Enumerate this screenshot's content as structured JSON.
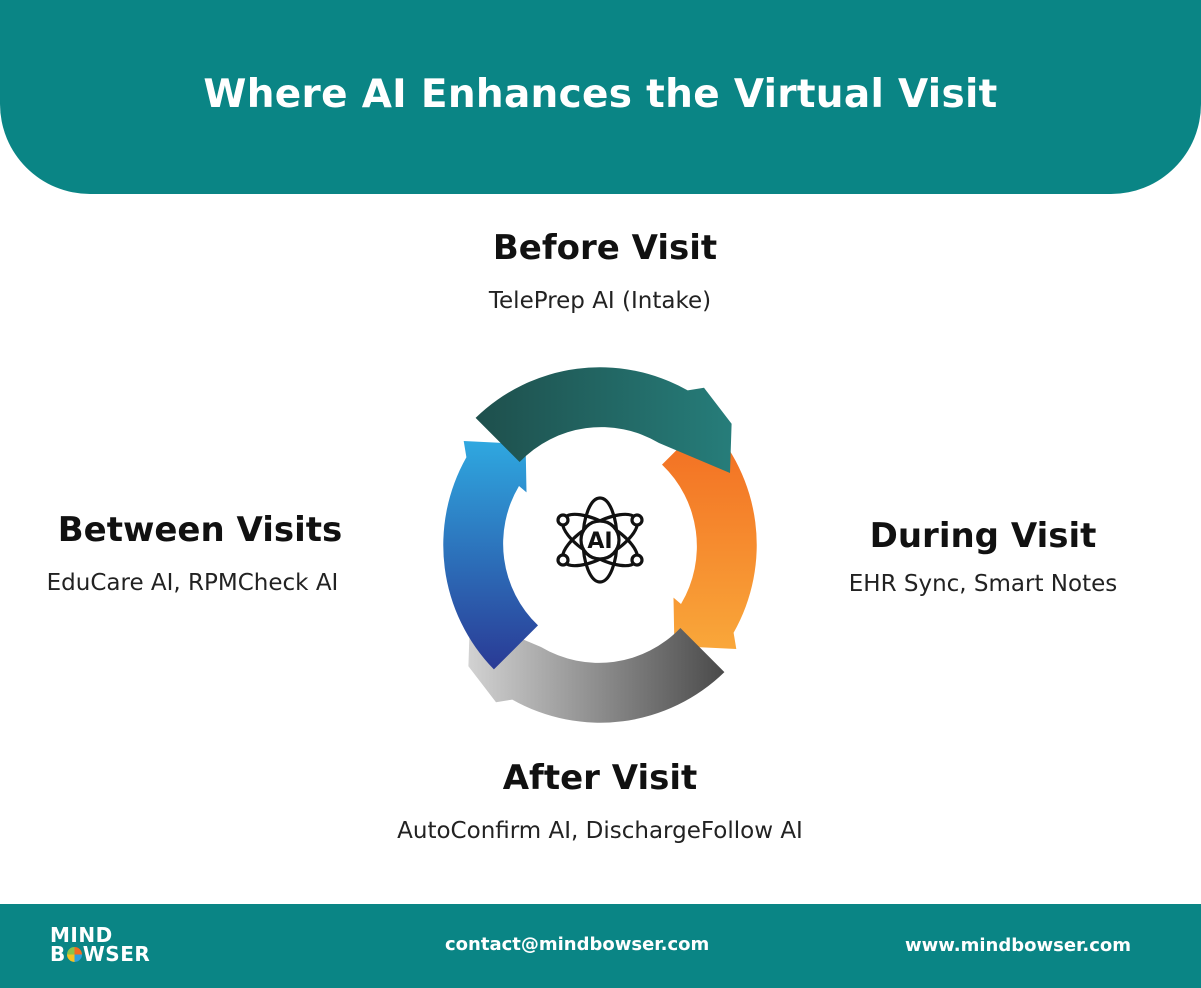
{
  "header": {
    "title": "Where AI Enhances the Virtual Visit"
  },
  "stages": {
    "before": {
      "title": "Before Visit",
      "subtitle": "TelePrep AI (Intake)"
    },
    "during": {
      "title": "During Visit",
      "subtitle": "EHR Sync, Smart Notes"
    },
    "after": {
      "title": "After Visit",
      "subtitle": "AutoConfirm AI, DischargeFollow AI"
    },
    "between": {
      "title": "Between Visits",
      "subtitle": "EduCare AI, RPMCheck AI"
    }
  },
  "center": {
    "label": "AI",
    "icon": "atom-ai-icon"
  },
  "colors": {
    "teal": "#0a8585",
    "arrow_top": [
      "#1e4f4c",
      "#267d7a"
    ],
    "arrow_right": [
      "#f26b21",
      "#f9a73a"
    ],
    "arrow_bottom": [
      "#4a4a4a",
      "#cfcfcf"
    ],
    "arrow_left": [
      "#2fa8e0",
      "#2a3a95"
    ]
  },
  "footer": {
    "logo_top": "MIND",
    "logo_bottom_prefix": "B",
    "logo_bottom_suffix": "WSER",
    "email": "contact@mindbowser.com",
    "website": "www.mindbowser.com"
  }
}
